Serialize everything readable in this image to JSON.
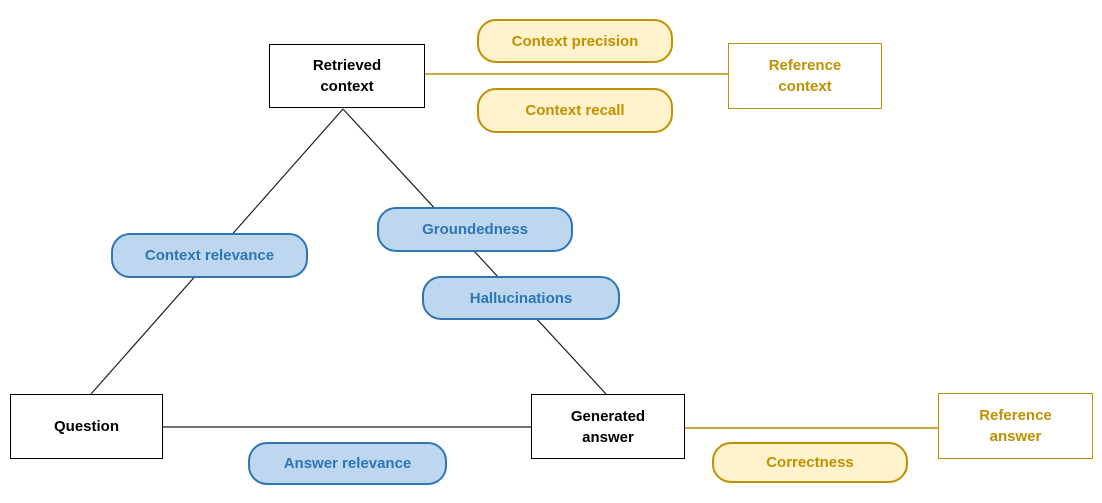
{
  "colors": {
    "background": "#FFFFFF",
    "blue_accent": "#2E75B6",
    "blue_fill": "#BDD7EE",
    "gold_accent": "#BF9000",
    "gold_fill": "#FFF2CC",
    "entity_border": "#000000",
    "black_edge": "#1F1F1F"
  },
  "nodes": {
    "retrieved_context": {
      "label": "Retrieved\ncontext",
      "style": "black-box"
    },
    "reference_context": {
      "label": "Reference\ncontext",
      "style": "gold-box"
    },
    "question": {
      "label": "Question",
      "style": "black-box"
    },
    "generated_answer": {
      "label": "Generated\nanswer",
      "style": "black-box"
    },
    "reference_answer": {
      "label": "Reference\nanswer",
      "style": "gold-box"
    }
  },
  "metrics": {
    "context_precision": {
      "label": "Context precision",
      "theme": "gold"
    },
    "context_recall": {
      "label": "Context recall",
      "theme": "gold"
    },
    "context_relevance": {
      "label": "Context relevance",
      "theme": "blue"
    },
    "groundedness": {
      "label": "Groundedness",
      "theme": "blue"
    },
    "hallucinations": {
      "label": "Hallucinations",
      "theme": "blue"
    },
    "answer_relevance": {
      "label": "Answer relevance",
      "theme": "blue"
    },
    "correctness": {
      "label": "Correctness",
      "theme": "gold"
    }
  },
  "edges": [
    {
      "from": "retrieved_context",
      "to": "question",
      "color": "black"
    },
    {
      "from": "retrieved_context",
      "to": "generated_answer",
      "color": "black"
    },
    {
      "from": "question",
      "to": "generated_answer",
      "color": "black"
    },
    {
      "from": "retrieved_context",
      "to": "reference_context",
      "color": "gold"
    },
    {
      "from": "generated_answer",
      "to": "reference_answer",
      "color": "gold"
    }
  ]
}
